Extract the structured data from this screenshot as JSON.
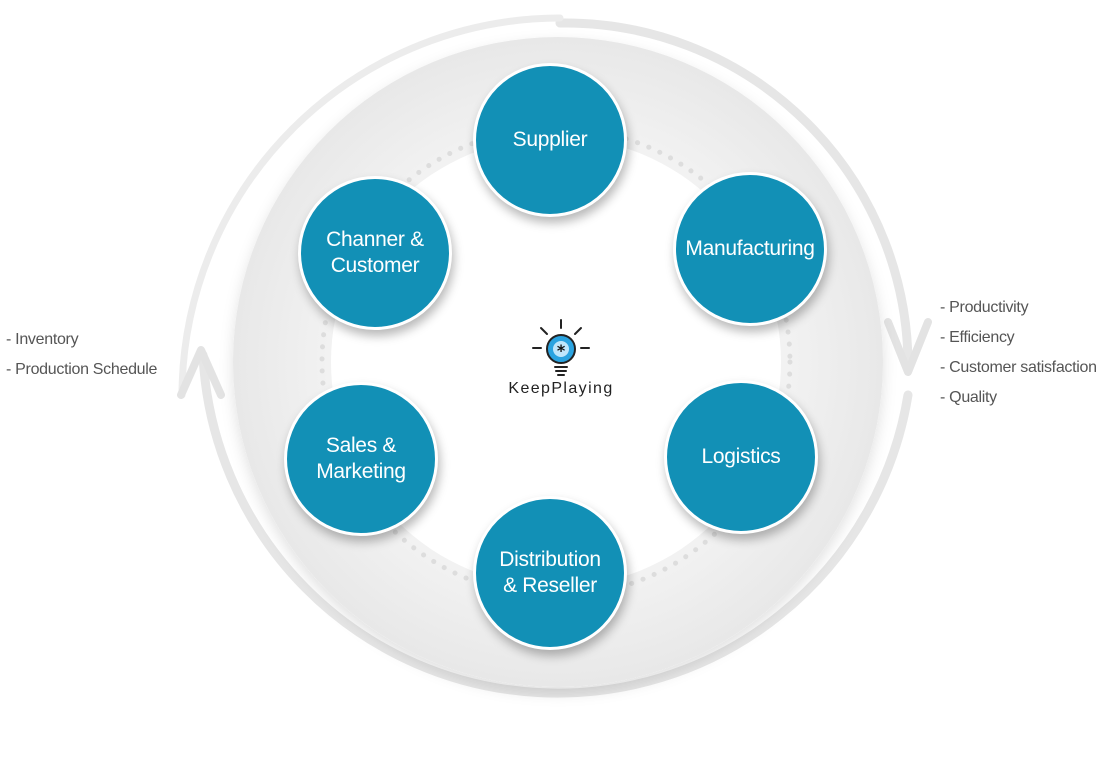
{
  "diagram": {
    "nodes": [
      {
        "id": "supplier",
        "lines": [
          "Supplier"
        ]
      },
      {
        "id": "manufacturing",
        "lines": [
          "Manufacturing"
        ]
      },
      {
        "id": "logistics",
        "lines": [
          "Logistics"
        ]
      },
      {
        "id": "distribution",
        "lines": [
          "Distribution",
          "& Reseller"
        ]
      },
      {
        "id": "sales",
        "lines": [
          "Sales &",
          "Marketing"
        ]
      },
      {
        "id": "channel",
        "lines": [
          "Channer &",
          "Customer"
        ]
      }
    ],
    "left_notes": [
      "- Inventory",
      "- Production Schedule"
    ],
    "right_notes": [
      "- Productivity",
      "- Efficiency",
      "- Customer satisfaction",
      "- Quality"
    ],
    "brand": {
      "name": "KeepPlaying",
      "icon": "lightbulb-icon"
    },
    "colors": {
      "node_fill": "#1290b6",
      "node_text": "#ffffff",
      "ring_fill": "#ececec",
      "outer_ring": "#e6e6e6",
      "dots": "#dcdcdc",
      "note_text": "#555555",
      "bulb_blue": "#2aa3e0"
    }
  }
}
